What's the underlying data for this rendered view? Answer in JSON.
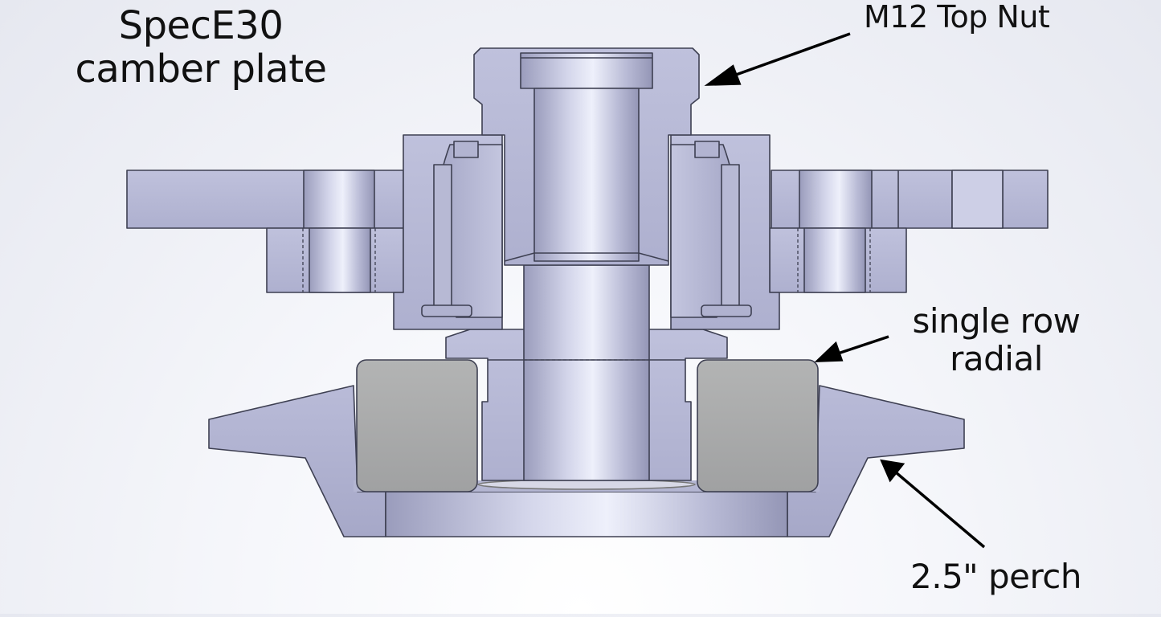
{
  "diagram": {
    "title_lines": [
      "SpecE30",
      "camber plate"
    ],
    "callouts": {
      "top_nut": "M12 Top Nut",
      "bearing_lines": [
        "single row",
        "radial"
      ],
      "perch": "2.5\" perch"
    },
    "colors": {
      "metal_light": "#c6c8e0",
      "metal_mid": "#a9abc9",
      "metal_dark": "#8c8eae",
      "bearing_grey": "#a8a9a9",
      "outline": "#3e4052",
      "arrow": "#000000"
    }
  }
}
